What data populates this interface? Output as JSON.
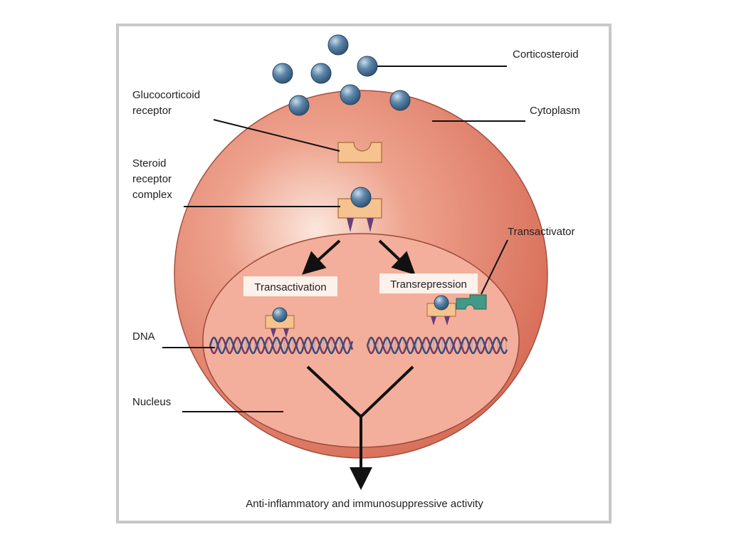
{
  "labels": {
    "corticosteroid": "Corticosteroid",
    "cytoplasm": "Cytoplasm",
    "glucocorticoid_receptor": [
      "Glucocorticoid",
      "receptor"
    ],
    "steroid_receptor_complex": [
      "Steroid",
      "receptor",
      "complex"
    ],
    "transactivator": "Transactivator",
    "transactivation": "Transactivation",
    "transrepression": "Transrepression",
    "dna": "DNA",
    "nucleus": "Nucleus",
    "outcome": "Anti-inflammatory and immunosuppressive activity"
  },
  "colors": {
    "cell": "#d9715f",
    "nucleus": "#f1a792",
    "molecule": "#4f7ba0",
    "receptor": "#f5c08e",
    "transactivator": "#3f9a88",
    "dna_strand_a": "#7a3b5c",
    "dna_strand_b": "#3b4c7a"
  }
}
